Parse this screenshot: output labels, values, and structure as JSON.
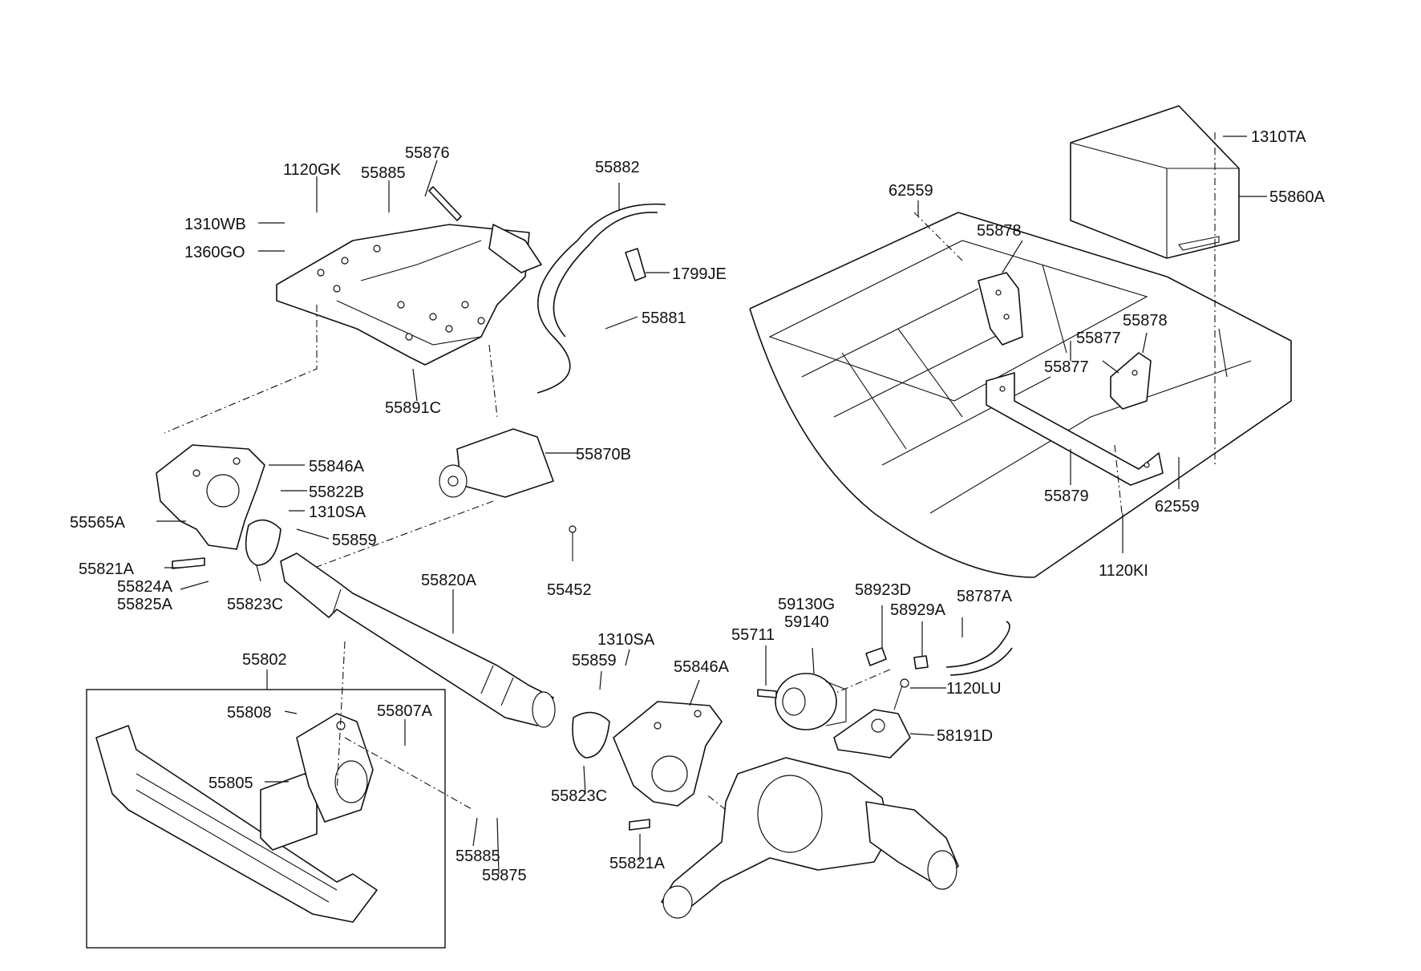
{
  "diagram": {
    "labels": {
      "p55876": "55876",
      "p1120GK": "1120GK",
      "p55885_top": "55885",
      "p55882": "55882",
      "p1310WB": "1310WB",
      "p1360GO": "1360GO",
      "p1799JE": "1799JE",
      "p55881": "55881",
      "p55891C": "55891C",
      "p55846A_left": "55846A",
      "p55822B": "55822B",
      "p1310SA_left": "1310SA",
      "p55565A": "55565A",
      "p55859_left": "55859",
      "p55870B": "55870B",
      "p55821A_left": "55821A",
      "p55824A": "55824A",
      "p55825A": "55825A",
      "p55823C_left": "55823C",
      "p55820A": "55820A",
      "p55452": "55452",
      "p55802": "55802",
      "p55808": "55808",
      "p55807A": "55807A",
      "p55805": "55805",
      "p55885_bottom": "55885",
      "p55875": "55875",
      "p1310SA_mid": "1310SA",
      "p55859_mid": "55859",
      "p55846A_mid": "55846A",
      "p55823C_mid": "55823C",
      "p55821A_mid": "55821A",
      "p55711": "55711",
      "p59130G": "59130G",
      "p59140": "59140",
      "p58923D": "58923D",
      "p58929A": "58929A",
      "p58787A": "58787A",
      "p1120LU": "1120LU",
      "p58191D": "58191D",
      "p1310TA": "1310TA",
      "p55860A": "55860A",
      "p62559_top": "62559",
      "p55878_top": "55878",
      "p55878_right": "55878",
      "p55877_a": "55877",
      "p55877_b": "55877",
      "p55879": "55879",
      "p62559_bottom": "62559",
      "p1120KI": "1120KI"
    }
  }
}
